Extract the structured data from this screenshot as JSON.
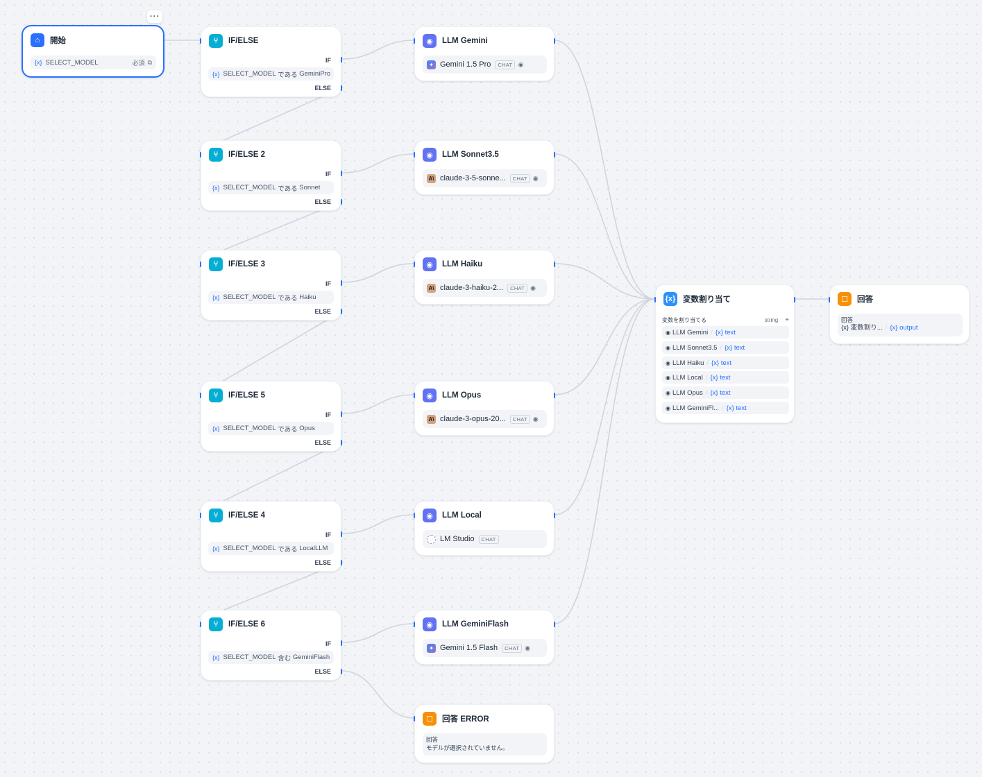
{
  "start": {
    "title": "開始",
    "variable": "SELECT_MODEL",
    "required": "必須",
    "more": "···"
  },
  "if_nodes": [
    {
      "title": "IF/ELSE",
      "if_label": "IF",
      "else_label": "ELSE",
      "var": "SELECT_MODEL",
      "op": "である",
      "val": "GeminiPro"
    },
    {
      "title": "IF/ELSE 2",
      "if_label": "IF",
      "else_label": "ELSE",
      "var": "SELECT_MODEL",
      "op": "である",
      "val": "Sonnet"
    },
    {
      "title": "IF/ELSE 3",
      "if_label": "IF",
      "else_label": "ELSE",
      "var": "SELECT_MODEL",
      "op": "である",
      "val": "Haiku"
    },
    {
      "title": "IF/ELSE 5",
      "if_label": "IF",
      "else_label": "ELSE",
      "var": "SELECT_MODEL",
      "op": "である",
      "val": "Opus"
    },
    {
      "title": "IF/ELSE 4",
      "if_label": "IF",
      "else_label": "ELSE",
      "var": "SELECT_MODEL",
      "op": "である",
      "val": "LocalLLM"
    },
    {
      "title": "IF/ELSE 6",
      "if_label": "IF",
      "else_label": "ELSE",
      "var": "SELECT_MODEL",
      "op": "含む",
      "val": "GeminiFlash"
    }
  ],
  "llm_nodes": [
    {
      "title": "LLM Gemini",
      "model": "Gemini 1.5 Pro",
      "mode": "CHAT",
      "provider_icon": "gemini-icon"
    },
    {
      "title": "LLM Sonnet3.5",
      "model": "claude-3-5-sonne...",
      "mode": "CHAT",
      "provider_icon": "anthropic-icon"
    },
    {
      "title": "LLM Haiku",
      "model": "claude-3-haiku-2...",
      "mode": "CHAT",
      "provider_icon": "anthropic-icon"
    },
    {
      "title": "LLM Opus",
      "model": "claude-3-opus-20...",
      "mode": "CHAT",
      "provider_icon": "anthropic-icon"
    },
    {
      "title": "LLM Local",
      "model": "LM Studio",
      "mode": "CHAT",
      "provider_icon": "lm-studio-icon"
    },
    {
      "title": "LLM GeminiFlash",
      "model": "Gemini 1.5 Flash",
      "mode": "CHAT",
      "provider_icon": "gemini-icon"
    }
  ],
  "assigner": {
    "title": "変数割り当て",
    "section_label": "変数を割り当てる",
    "type": "string",
    "add": "+",
    "items": [
      {
        "source": "LLM Gemini",
        "output": "text"
      },
      {
        "source": "LLM Sonnet3.5",
        "output": "text"
      },
      {
        "source": "LLM Haiku",
        "output": "text"
      },
      {
        "source": "LLM Local",
        "output": "text"
      },
      {
        "source": "LLM Opus",
        "output": "text"
      },
      {
        "source": "LLM GeminiFl...",
        "output": "text"
      }
    ]
  },
  "answer": {
    "title": "回答",
    "label": "回答",
    "ref_node": "変数割り...",
    "ref_output": "output"
  },
  "answer_error": {
    "title": "回答 ERROR",
    "label": "回答",
    "text": "モデルが選択されていません。"
  },
  "colors": {
    "accent": "#2970ff",
    "ifelse": "#06aed4",
    "llm": "#6172f3",
    "answer": "#f79009",
    "edge": "#d0d5dd"
  }
}
